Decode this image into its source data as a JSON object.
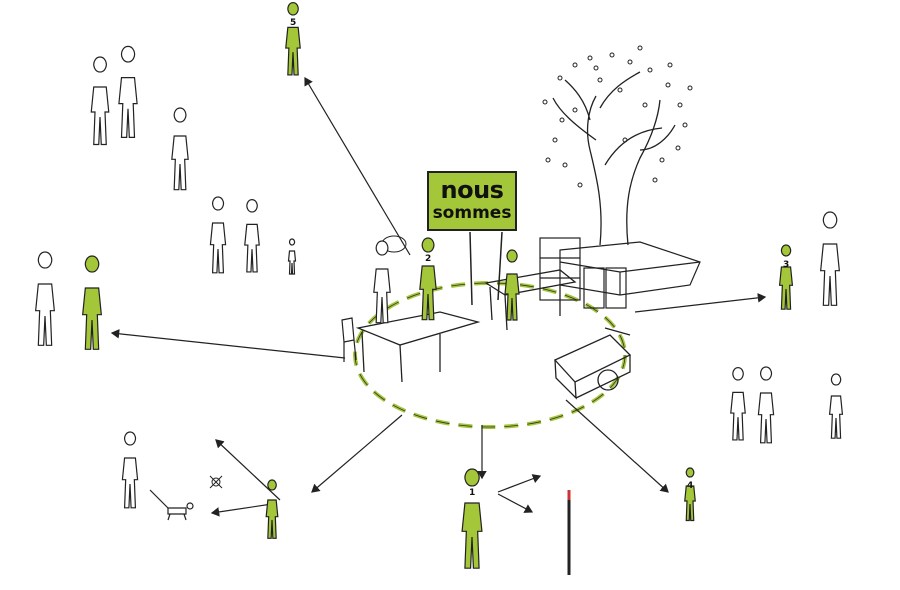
{
  "sign": {
    "line1": "nous",
    "line2": "sommes"
  },
  "figure_numbers": [
    "1",
    "2",
    "3",
    "4",
    "5"
  ],
  "colors": {
    "accent": "#a4c639",
    "ink": "#222222"
  }
}
